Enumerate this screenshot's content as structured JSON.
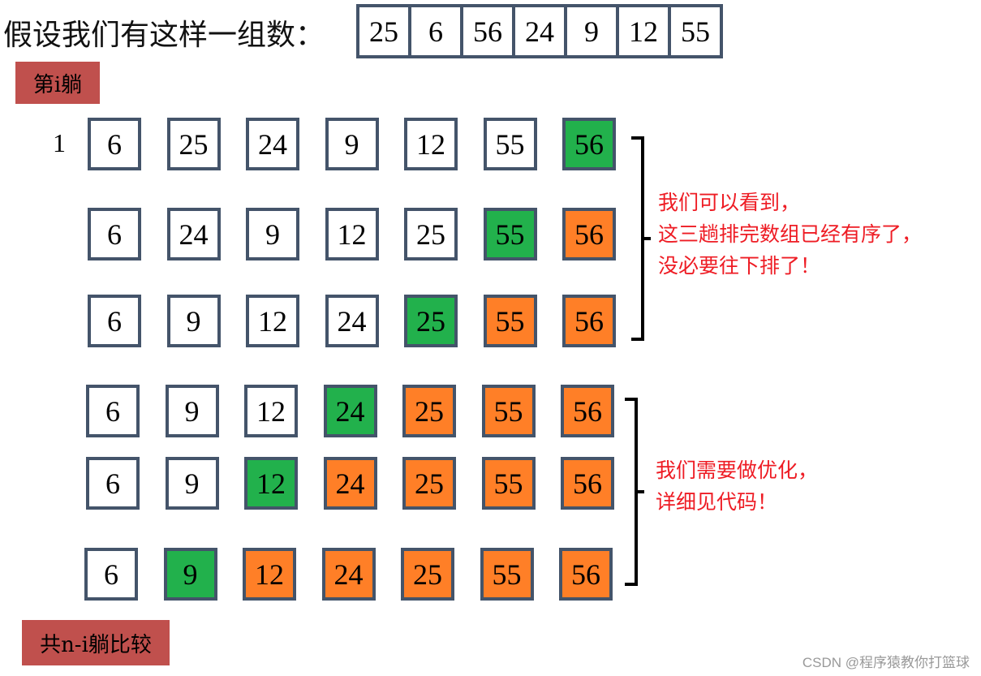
{
  "title": "假设我们有这样一组数：",
  "initial_array": [
    "25",
    "6",
    "56",
    "24",
    "9",
    "12",
    "55"
  ],
  "pass_tag": "第i躺",
  "row_label": "1",
  "colors": {
    "white": "#ffffff",
    "green": "#22b14c",
    "orange": "#ff7f27",
    "border": "#44546a",
    "tag": "#c0504d",
    "note": "#ee1c24"
  },
  "rows": [
    {
      "values": [
        "6",
        "25",
        "24",
        "9",
        "12",
        "55",
        "56"
      ],
      "states": [
        "w",
        "w",
        "w",
        "w",
        "w",
        "w",
        "g"
      ]
    },
    {
      "values": [
        "6",
        "24",
        "9",
        "12",
        "25",
        "55",
        "56"
      ],
      "states": [
        "w",
        "w",
        "w",
        "w",
        "w",
        "g",
        "o"
      ]
    },
    {
      "values": [
        "6",
        "9",
        "12",
        "24",
        "25",
        "55",
        "56"
      ],
      "states": [
        "w",
        "w",
        "w",
        "w",
        "g",
        "o",
        "o"
      ]
    },
    {
      "values": [
        "6",
        "9",
        "12",
        "24",
        "25",
        "55",
        "56"
      ],
      "states": [
        "w",
        "w",
        "w",
        "g",
        "o",
        "o",
        "o"
      ]
    },
    {
      "values": [
        "6",
        "9",
        "12",
        "24",
        "25",
        "55",
        "56"
      ],
      "states": [
        "w",
        "w",
        "g",
        "o",
        "o",
        "o",
        "o"
      ]
    },
    {
      "values": [
        "6",
        "9",
        "12",
        "24",
        "25",
        "55",
        "56"
      ],
      "states": [
        "w",
        "g",
        "o",
        "o",
        "o",
        "o",
        "o"
      ]
    }
  ],
  "note1": [
    "我们可以看到，",
    "这三趟排完数组已经有序了，",
    "没必要往下排了！"
  ],
  "note2": [
    "我们需要做优化，",
    "详细见代码！"
  ],
  "total_tag": "共n-i躺比较",
  "watermark": "CSDN @程序猿教你打篮球"
}
